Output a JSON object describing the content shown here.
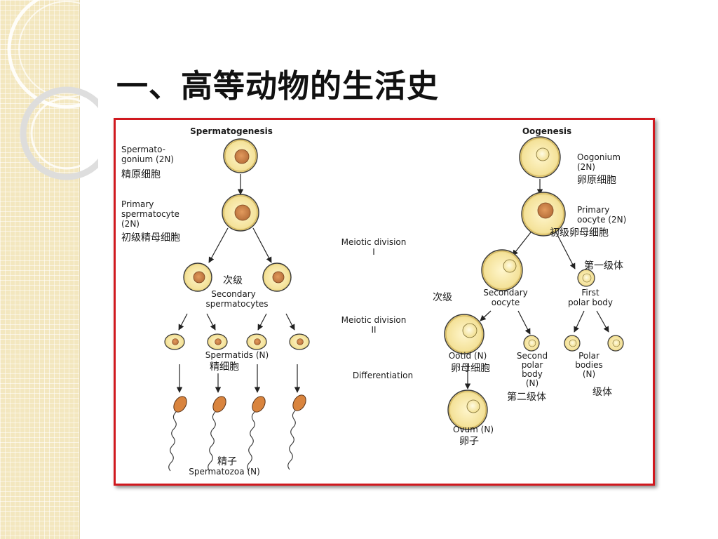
{
  "slide": {
    "title": "一、高等动物的生活史"
  },
  "diagram": {
    "headers": {
      "spermatogenesis": "Spermatogenesis",
      "oogenesis": "Oogenesis"
    },
    "stages": {
      "meiosis_1": [
        "Meiotic division",
        "I"
      ],
      "meiosis_2": [
        "Meiotic division",
        "II"
      ],
      "differentiation": "Differentiation"
    },
    "sperm": {
      "spermatogonium": [
        "Spermato-",
        "gonium (2N)"
      ],
      "spermatogonium_cn": "精原细胞",
      "primary": [
        "Primary",
        "spermatocyte",
        "(2N)"
      ],
      "primary_cn": "初级精母细胞",
      "secondary_cn": "次级",
      "secondary": [
        "Secondary",
        "spermatocytes"
      ],
      "spermatids": "Spermatids (N)",
      "spermatids_cn": "精细胞",
      "spermatozoa_cn": "精子",
      "spermatozoa": "Spermatozoa (N)"
    },
    "egg": {
      "oogonium": [
        "Oogonium",
        "(2N)"
      ],
      "oogonium_cn": "卵原细胞",
      "primary": [
        "Primary",
        "oocyte (2N)"
      ],
      "primary_cn": "初级卵母细胞",
      "first_polar_cn": "第一级体",
      "secondary_cn": "次级",
      "secondary": [
        "Secondary",
        "oocyte"
      ],
      "first_polar": [
        "First",
        "polar body"
      ],
      "ootid": "Ootid (N)",
      "ootid_cn": "卵母细胞",
      "second_polar": [
        "Second",
        "polar",
        "body",
        "(N)"
      ],
      "polar_bodies": [
        "Polar",
        "bodies",
        "(N)"
      ],
      "second_polar_cn": "第二级体",
      "polar_bodies_cn": "级体",
      "ovum": "Ovum (N)",
      "ovum_cn": "卵子"
    },
    "colors": {
      "border": "#d0191f",
      "cell_fill": "#f6e8a6",
      "cell_edge": "#3a3a3a",
      "sperm_nucleus": "#c8834d",
      "egg_nucleus": "#fdf3c8",
      "sperm_head": "#d9843e"
    }
  }
}
